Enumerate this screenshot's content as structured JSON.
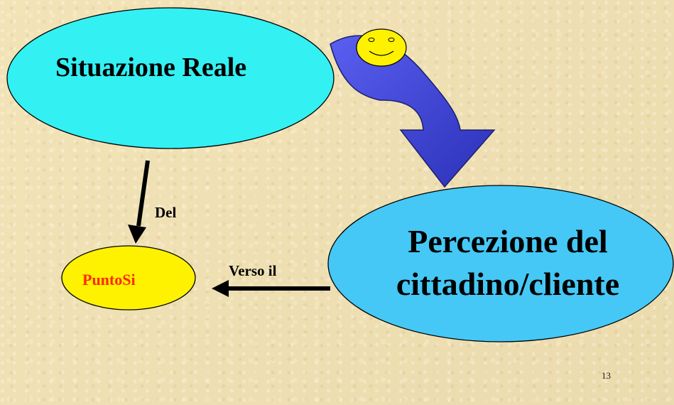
{
  "slide": {
    "nodes": {
      "situazione_reale": "Situazione Reale",
      "percezione_line1": "Percezione del",
      "percezione_line2": "cittadino/cliente",
      "puntosi": "PuntoSi"
    },
    "edge_labels": {
      "del": "Del",
      "verso_il": "Verso il"
    },
    "page_number": "13"
  },
  "colors": {
    "situazione_fill": "#33f0f2",
    "percezione_fill": "#45c8f5",
    "puntosi_fill": "#fff200",
    "puntosi_text": "#ff2a00",
    "big_arrow": "#3b41d8",
    "smiley_fill": "#fff200"
  }
}
